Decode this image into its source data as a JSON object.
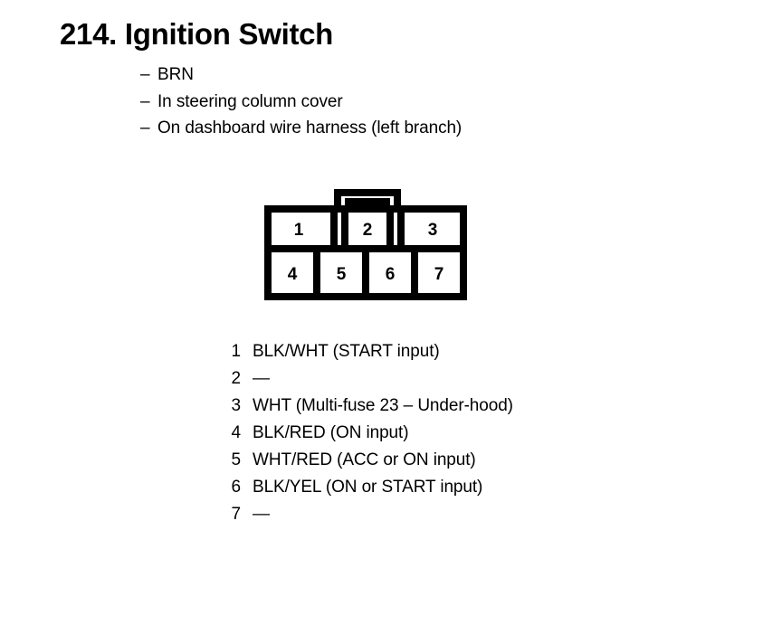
{
  "document": {
    "title": "214. Ignition Switch",
    "notes": [
      {
        "dash": "–",
        "text": "BRN"
      },
      {
        "dash": "–",
        "text": "In steering column cover"
      },
      {
        "dash": "–",
        "text": "On dashboard wire harness (left branch)"
      }
    ]
  },
  "connector": {
    "top_row": [
      "1",
      "2",
      "3"
    ],
    "bottom_row": [
      "4",
      "5",
      "6",
      "7"
    ],
    "outline_color": "#000000",
    "fill_color": "#ffffff"
  },
  "pins": [
    {
      "number": "1",
      "description": "BLK/WHT (START input)"
    },
    {
      "number": "2",
      "description": "—"
    },
    {
      "number": "3",
      "description": "WHT (Multi-fuse 23 – Under-hood)"
    },
    {
      "number": "4",
      "description": "BLK/RED (ON input)"
    },
    {
      "number": "5",
      "description": "WHT/RED (ACC or ON input)"
    },
    {
      "number": "6",
      "description": "BLK/YEL (ON or START input)"
    },
    {
      "number": "7",
      "description": "—"
    }
  ]
}
